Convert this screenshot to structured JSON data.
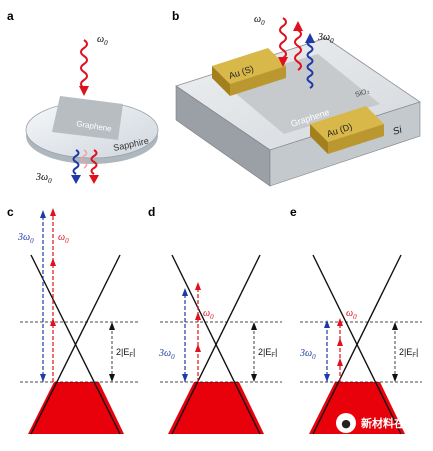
{
  "panels": {
    "a": "a",
    "b": "b",
    "c": "c",
    "d": "d",
    "e": "e"
  },
  "panel_a": {
    "omega0": "ω",
    "omega0_sub": "0",
    "three_omega": "3ω",
    "three_omega_sub": "0",
    "graphene": "Graphene",
    "sapphire": "Sapphire"
  },
  "panel_b": {
    "omega0": "ω",
    "omega0_sub": "0",
    "three_omega": "3ω",
    "three_omega_sub": "0",
    "source": "Au (S)",
    "drain": "Au (D)",
    "graphene": "Graphene",
    "sio2": "SiO₂",
    "si": "Si"
  },
  "cones": {
    "c": {
      "three_omega": "3ω",
      "omega0": "ω",
      "sub": "0"
    },
    "d": {
      "three_omega": "3ω",
      "omega0": "ω",
      "sub": "0",
      "fermi": "2|E",
      "fermi_sub": "F",
      "fermi_end": "|"
    },
    "e": {
      "three_omega": "3ω",
      "omega0": "ω",
      "sub": "0",
      "fermi": "2|E",
      "fermi_sub": "F",
      "fermi_end": "|"
    },
    "c_fermi": {
      "text": "2|E",
      "sub": "F",
      "end": "|"
    }
  },
  "watermark": {
    "text": "新材料在线"
  },
  "colors": {
    "red": "#e0101c",
    "blue": "#1f3aa8",
    "gold": "#c9a52a",
    "fill_red": "#e8000b"
  }
}
